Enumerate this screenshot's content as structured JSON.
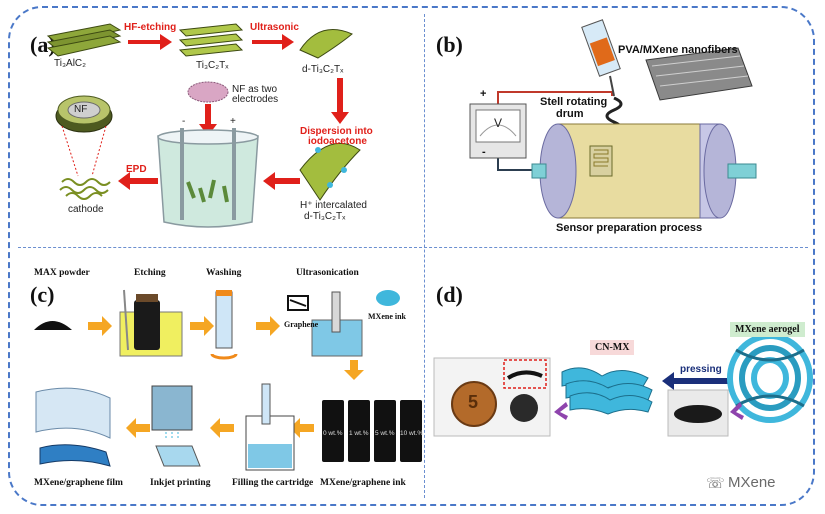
{
  "panel_a": {
    "label": "(a)",
    "ti3alc2": "Ti₃AlC₂",
    "hf_etching": "HF-etching",
    "ti3c2tx": "Ti₃C₂Tₓ",
    "ultrasonic": "Ultrasonic",
    "d_ti3c2tx": "d-Ti₃C₂Tₓ",
    "nf_electrodes_1": "NF as two",
    "nf_electrodes_2": "electrodes",
    "nf": "NF",
    "dispersion_1": "Dispersion into",
    "dispersion_2": "iodoacetone",
    "epd": "EPD",
    "cathode": "cathode",
    "h_intercalated_1": "H⁺ intercalated",
    "h_intercalated_2": "d-Ti₃C₂Tₓ",
    "minus": "-",
    "plus": "+"
  },
  "panel_b": {
    "label": "(b)",
    "nanofibers": "PVA/MXene nanofibers",
    "drum_1": "Stell rotating",
    "drum_2": "drum",
    "volt": "V",
    "plus": "+",
    "minus": "-",
    "process": "Sensor preparation process"
  },
  "panel_c": {
    "label": "(c)",
    "max_powder": "MAX powder",
    "etching": "Etching",
    "washing": "Washing",
    "ultrasonication": "Ultrasonication",
    "graphene": "Graphene",
    "mxene_ink": "MXene ink",
    "mxene_graphene_ink": "MXene/graphene ink",
    "filling": "Filling the cartridge",
    "inkjet": "Inkjet printing",
    "film": "MXene/graphene film",
    "vial_labels": [
      "0 wt.%",
      "1 wt.%",
      "5 wt.%",
      "10 wt.%"
    ]
  },
  "panel_d": {
    "label": "(d)",
    "cn_mx": "CN-MX",
    "pressing": "pressing",
    "aerogel": "MXene aerogel",
    "coin": "5"
  },
  "watermark": "MXene",
  "colors": {
    "frame": "#4a78c8",
    "arrow_red": "#e0201a",
    "arrow_orange": "#f5a623",
    "mxene_blue": "#3fb7dc",
    "green_sheet": "#8ea73a"
  }
}
